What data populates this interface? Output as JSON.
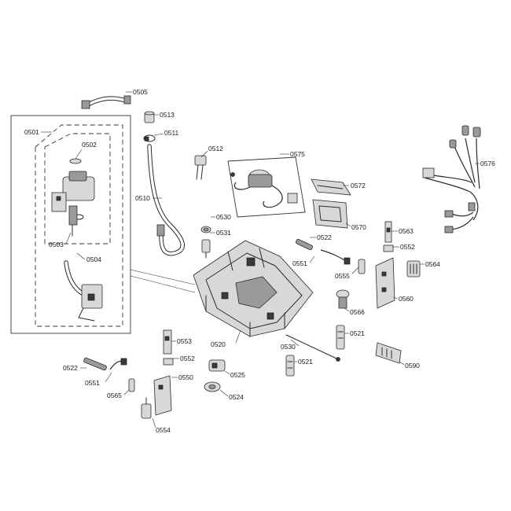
{
  "part_labels": [
    "0505",
    "0513",
    "0511",
    "0501",
    "0502",
    "0512",
    "0575",
    "0576",
    "0572",
    "0510",
    "0530",
    "0570",
    "0531",
    "0522",
    "0563",
    "0551",
    "0552",
    "0503",
    "0504",
    "0564",
    "0555",
    "0560",
    "0566",
    "0521",
    "0553",
    "0520",
    "0530",
    "0590",
    "0522",
    "0552",
    "0521",
    "0525",
    "0551",
    "0550",
    "0565",
    "0524",
    "0554"
  ]
}
